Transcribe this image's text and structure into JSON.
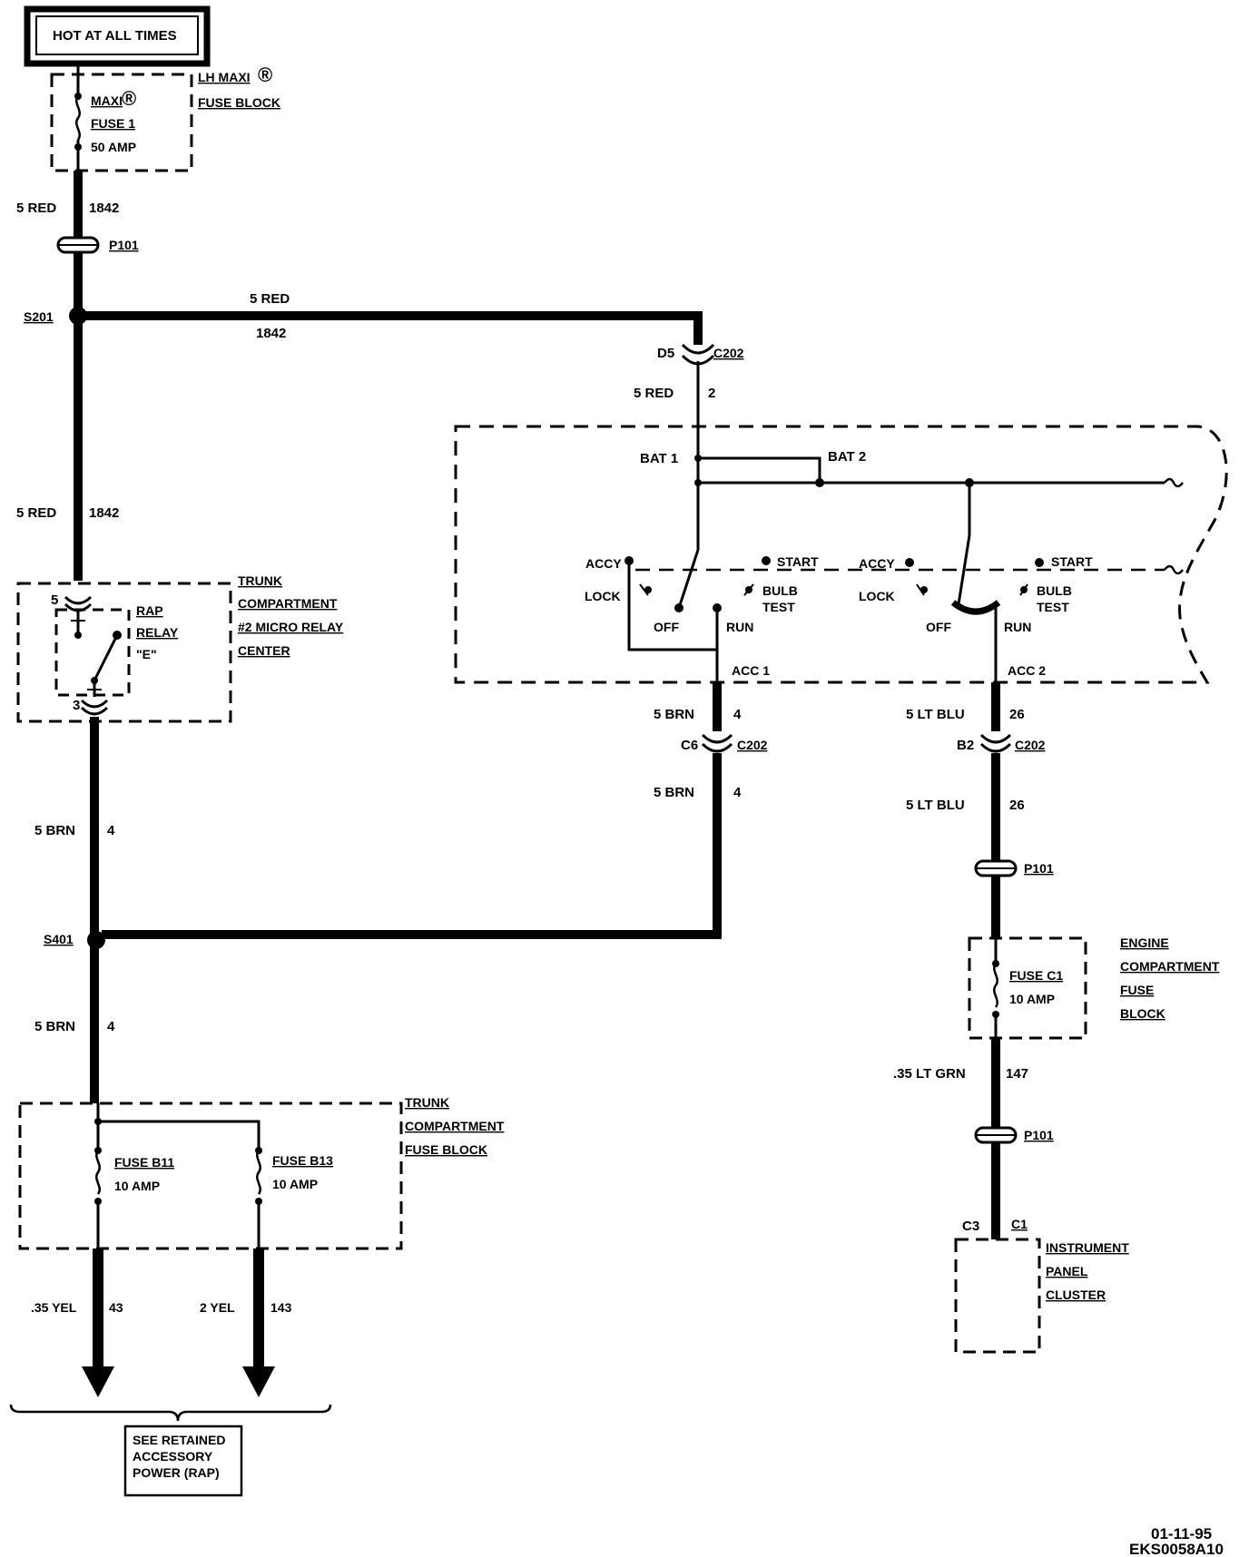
{
  "labels": {
    "hot_at_all_times": "HOT AT ALL TIMES",
    "maxi_fuse": [
      "MAXI",
      "FUSE 1",
      "50 AMP"
    ],
    "maxi_symbol": "®",
    "lh_maxi_fuse_block": [
      "LH MAXI",
      "FUSE BLOCK"
    ],
    "wire_5red_1842_a": [
      "5 RED",
      "1842"
    ],
    "p101_a": "P101",
    "s201": "S201",
    "wire_5red_top": "5 RED",
    "wire_1842_top": "1842",
    "d5": "D5",
    "c202_a": "C202",
    "wire_5red_2": [
      "5 RED",
      "2"
    ],
    "bat1": "BAT 1",
    "bat2": "BAT 2",
    "switch1": {
      "accy": "ACCY",
      "start": "START",
      "lock": "LOCK",
      "bulb_test": [
        "BULB",
        "TEST"
      ],
      "off": "OFF",
      "run": "RUN",
      "acc": "ACC 1"
    },
    "switch2": {
      "accy": "ACCY",
      "start": "START",
      "lock": "LOCK",
      "bulb_test": [
        "BULB",
        "TEST"
      ],
      "off": "OFF",
      "run": "RUN",
      "acc": "ACC 2"
    },
    "wire_5red_1842_b": [
      "5 RED",
      "1842"
    ],
    "relay_pins": [
      "5",
      "3"
    ],
    "rap_relay": [
      "RAP",
      "RELAY",
      "\"E\""
    ],
    "trunk_relay_center": [
      "TRUNK",
      "COMPARTMENT",
      "#2 MICRO RELAY",
      "CENTER"
    ],
    "wire_5brn_4_a": [
      "5 BRN",
      "4"
    ],
    "c6": "C6",
    "c202_b": "C202",
    "wire_5brn_4_b": [
      "5 BRN",
      "4"
    ],
    "wire_5ltblu_26_a": [
      "5 LT BLU",
      "26"
    ],
    "b2": "B2",
    "c202_c": "C202",
    "wire_5ltblu_26_b": [
      "5 LT BLU",
      "26"
    ],
    "p101_b": "P101",
    "wire_5brn_4_c": [
      "5 BRN",
      "4"
    ],
    "s401": "S401",
    "wire_5brn_4_d": [
      "5 BRN",
      "4"
    ],
    "fuse_c1": [
      "FUSE C1",
      "10 AMP"
    ],
    "engine_fuse_block": [
      "ENGINE",
      "COMPARTMENT",
      "FUSE",
      "BLOCK"
    ],
    "wire_35ltgrn_147": [
      ".35 LT GRN",
      "147"
    ],
    "p101_c": "P101",
    "trunk_fuse_block": [
      "TRUNK",
      "COMPARTMENT",
      "FUSE BLOCK"
    ],
    "fuse_b11": [
      "FUSE B11",
      "10 AMP"
    ],
    "fuse_b13": [
      "FUSE B13",
      "10 AMP"
    ],
    "c3": "C3",
    "c1": "C1",
    "instrument_panel_cluster": [
      "INSTRUMENT",
      "PANEL",
      "CLUSTER"
    ],
    "wire_35yel_43": [
      ".35 YEL",
      "43"
    ],
    "wire_2yel_143": [
      "2 YEL",
      "143"
    ],
    "see_rap": [
      "SEE RETAINED",
      "ACCESSORY",
      "POWER (RAP)"
    ],
    "date_code": [
      "01-11-95",
      "EKS0058A10"
    ]
  }
}
